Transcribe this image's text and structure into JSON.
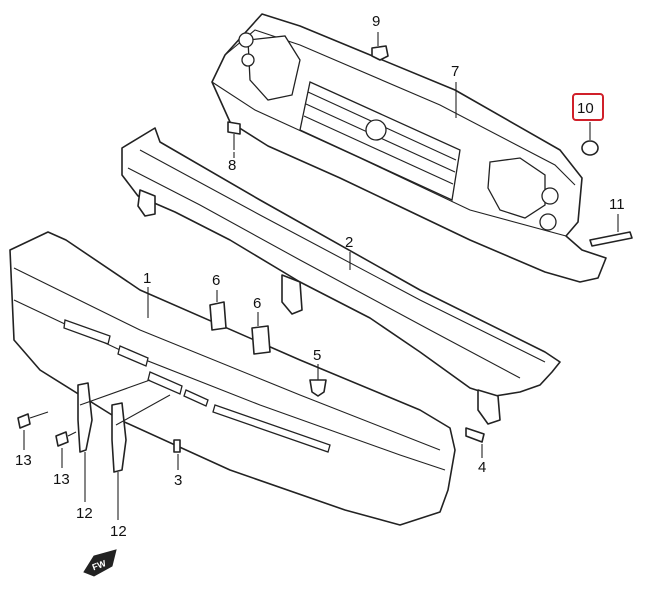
{
  "callouts": {
    "p1": "1",
    "p2": "2",
    "p3": "3",
    "p4": "4",
    "p5": "5",
    "p6a": "6",
    "p6b": "6",
    "p7": "7",
    "p8": "8",
    "p9": "9",
    "p10": "10",
    "p11": "11",
    "p12a": "12",
    "p12b": "12",
    "p13a": "13",
    "p13b": "13"
  },
  "fw_marker": {
    "label": "FW"
  },
  "highlight": {
    "part": "10",
    "color": "#d0202a"
  }
}
